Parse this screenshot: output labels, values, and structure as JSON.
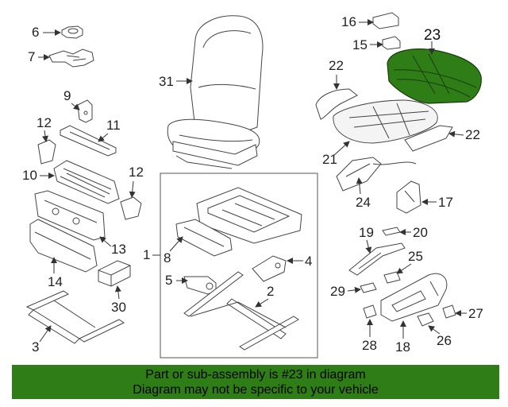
{
  "callouts": {
    "c1": "1",
    "c2": "2",
    "c3": "3",
    "c4": "4",
    "c5": "5",
    "c6": "6",
    "c7": "7",
    "c8": "8",
    "c9": "9",
    "c10": "10",
    "c11": "11",
    "c12a": "12",
    "c12b": "12",
    "c13": "13",
    "c14": "14",
    "c15": "15",
    "c16": "16",
    "c17": "17",
    "c18": "18",
    "c19": "19",
    "c20": "20",
    "c21": "21",
    "c22a": "22",
    "c22b": "22",
    "c23": "23",
    "c24": "24",
    "c25": "25",
    "c26": "26",
    "c27": "27",
    "c28": "28",
    "c29": "29",
    "c30": "30",
    "c31": "31"
  },
  "highlight_color": "#2e7d16",
  "banner": {
    "line1": "Part or sub-assembly is #23 in diagram",
    "line2": "Diagram may not be specific to your vehicle"
  }
}
